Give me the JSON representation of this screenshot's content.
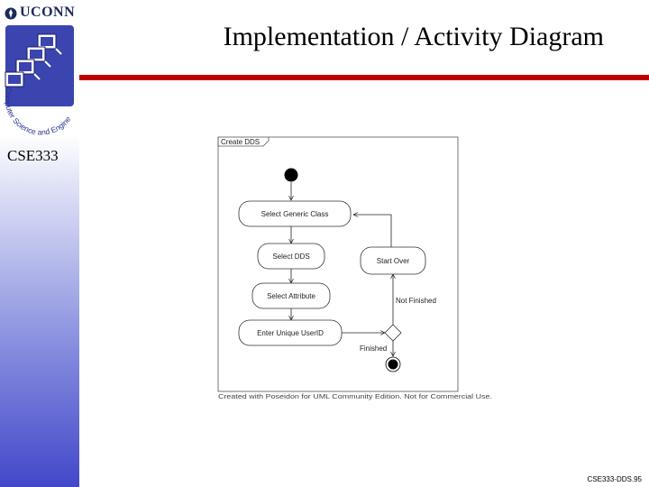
{
  "header": {
    "brand": "UCONN",
    "logo_caption": "Computer Science and Engineering",
    "course": "CSE333",
    "title": "Implementation / Activity Diagram"
  },
  "diagram": {
    "frame_label": "Create DDS",
    "states": {
      "select_generic_class": "Select Generic Class",
      "select_dds": "Select DDS",
      "start_over": "Start Over",
      "select_attribute": "Select Attribute",
      "enter_unique_user_id": "Enter Unique UserID"
    },
    "guards": {
      "not_finished": "Not Finished",
      "finished": "Finished"
    },
    "watermark": "Created with Poseidon for UML Community Edition. Not for Commercial Use."
  },
  "footer": {
    "slide_ref": "CSE333-DDS.95"
  },
  "colors": {
    "accent_rule": "#c00000",
    "sidebar_gradient_end": "#4248c9"
  }
}
